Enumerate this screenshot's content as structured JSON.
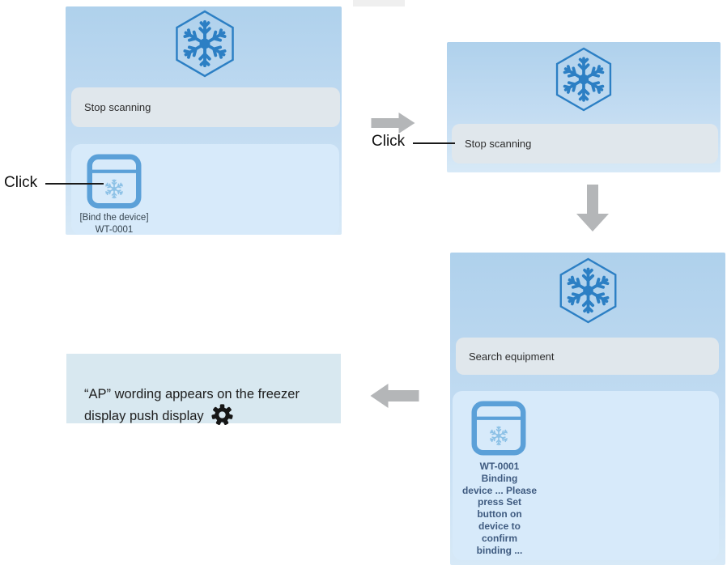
{
  "colors": {
    "accent_blue": "#2c7fc4",
    "panel_blue_top": "#afd1ec",
    "panel_blue_bottom": "#d7e9f7",
    "card_bg": "#d7eafa",
    "button_bg": "#e0e7ec",
    "device_icon_blue": "#5ba0d8",
    "device_mini_snowflake_blue": "#8cc1e6",
    "arrow_gray": "#b4b6b8",
    "note_bg": "#d8e8f0"
  },
  "icons": {
    "app_logo": "snowflake-hexagon-icon",
    "device": "freezer-icon",
    "note": "gear-icon",
    "flow": [
      "arrow-right-icon",
      "arrow-down-icon",
      "arrow-left-icon"
    ]
  },
  "annotations": {
    "click_left": "Click",
    "click_right": "Click"
  },
  "screens": {
    "scan_result": {
      "scan_button_label": "Stop scanning",
      "device_card": {
        "label": "[Bind the device]\nWT-0001"
      }
    },
    "scanning": {
      "scan_button_label": "Stop scanning"
    },
    "binding": {
      "search_button_label": "Search equipment",
      "device_card": {
        "label": "WT-0001\nBinding\ndevice ... Please\npress Set\nbutton on\ndevice to\nconfirm\nbinding ..."
      }
    }
  },
  "note": {
    "text": "“AP” wording appears on the freezer\ndisplay push display"
  }
}
